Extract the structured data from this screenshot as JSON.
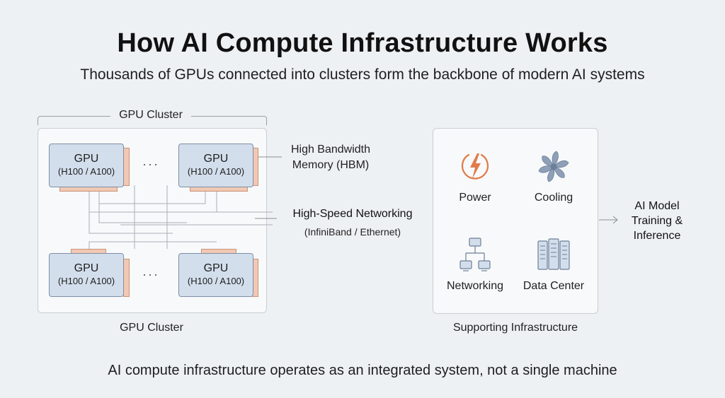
{
  "title": "How AI Compute Infrastructure Works",
  "subtitle": "Thousands of GPUs connected into clusters form the backbone of modern AI systems",
  "footer": "AI compute infrastructure operates as an integrated system, not a single machine",
  "cluster": {
    "top_label": "GPU Cluster",
    "bottom_label": "GPU Cluster",
    "ellipsis": "···",
    "gpus": [
      {
        "name": "GPU",
        "model": "(H100 / A100)"
      },
      {
        "name": "GPU",
        "model": "(H100 / A100)"
      },
      {
        "name": "GPU",
        "model": "(H100 / A100)"
      },
      {
        "name": "GPU",
        "model": "(H100 / A100)"
      }
    ]
  },
  "memory_label": {
    "line1": "High Bandwidth",
    "line2": "Memory (HBM)"
  },
  "networking_label": {
    "title": "High-Speed Networking",
    "sub": "(InfiniBand / Ethernet)"
  },
  "infrastructure": {
    "label": "Supporting Infrastructure",
    "items": [
      {
        "label": "Power",
        "icon": "power-icon"
      },
      {
        "label": "Cooling",
        "icon": "fan-icon"
      },
      {
        "label": "Networking",
        "icon": "network-icon"
      },
      {
        "label": "Data Center",
        "icon": "server-rack-icon"
      }
    ]
  },
  "output": {
    "line1": "AI Model",
    "line2": "Training &",
    "line3": "Inference"
  },
  "colors": {
    "gpu_fill": "#d3deec",
    "gpu_border": "#7e8fa5",
    "memory_fill": "#f1c8b3",
    "power_accent": "#e07b4a",
    "icon_blue": "#8e9fb8"
  }
}
